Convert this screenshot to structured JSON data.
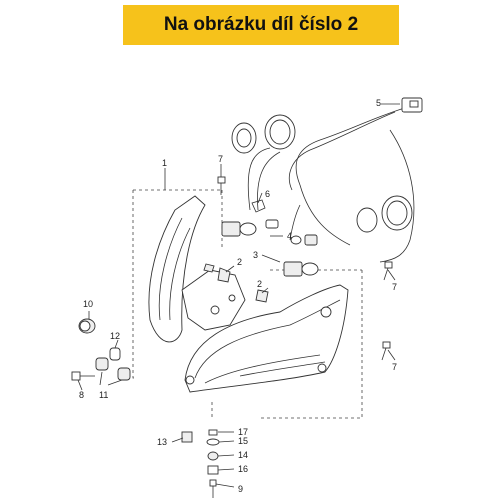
{
  "banner": {
    "text": "Na obrázku díl číslo 2",
    "color": "#f6c21b"
  },
  "callouts": {
    "c1": "1",
    "c2a": "2",
    "c2b": "2",
    "c3": "3",
    "c4": "4",
    "c5": "5",
    "c6": "6",
    "c7a": "7",
    "c7b": "7",
    "c7c": "7",
    "c8": "8",
    "c9": "9",
    "c10": "10",
    "c11": "11",
    "c12": "12",
    "c13": "13",
    "c14": "14",
    "c15": "15",
    "c16": "16",
    "c17": "17"
  }
}
